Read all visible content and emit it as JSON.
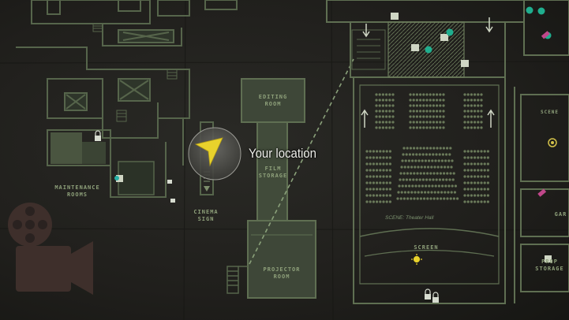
{
  "player": {
    "location_label": "Your location"
  },
  "rooms": {
    "editing_room": "EDITING\nROOM",
    "film_storage": "FILM\nSTORAGE",
    "projector_room": "PROJECTOR\nROOM",
    "maintenance_rooms": "MAINTENANCE\nROOMS",
    "cinema_sign": "CINEMA\nSIGN",
    "screen": "SCREEN",
    "scene_theater_hall": "SCENE: Theater Hall",
    "scene_right": "SCENE",
    "prop_storage": "PROP\nSTORAGE",
    "gar_partial": "GAR"
  },
  "colors": {
    "background": "#1f1f1c",
    "wall": "#56654b",
    "room_fill": "#3a4334",
    "accent_cyan": "#28b0a6",
    "player_arrow": "#e8d22c",
    "label": "#8ea07a"
  },
  "icons": [
    "player-arrow-icon",
    "film-reel-icon",
    "lock-icon",
    "objective-marker-icon",
    "collectible-icon",
    "sun-icon"
  ]
}
